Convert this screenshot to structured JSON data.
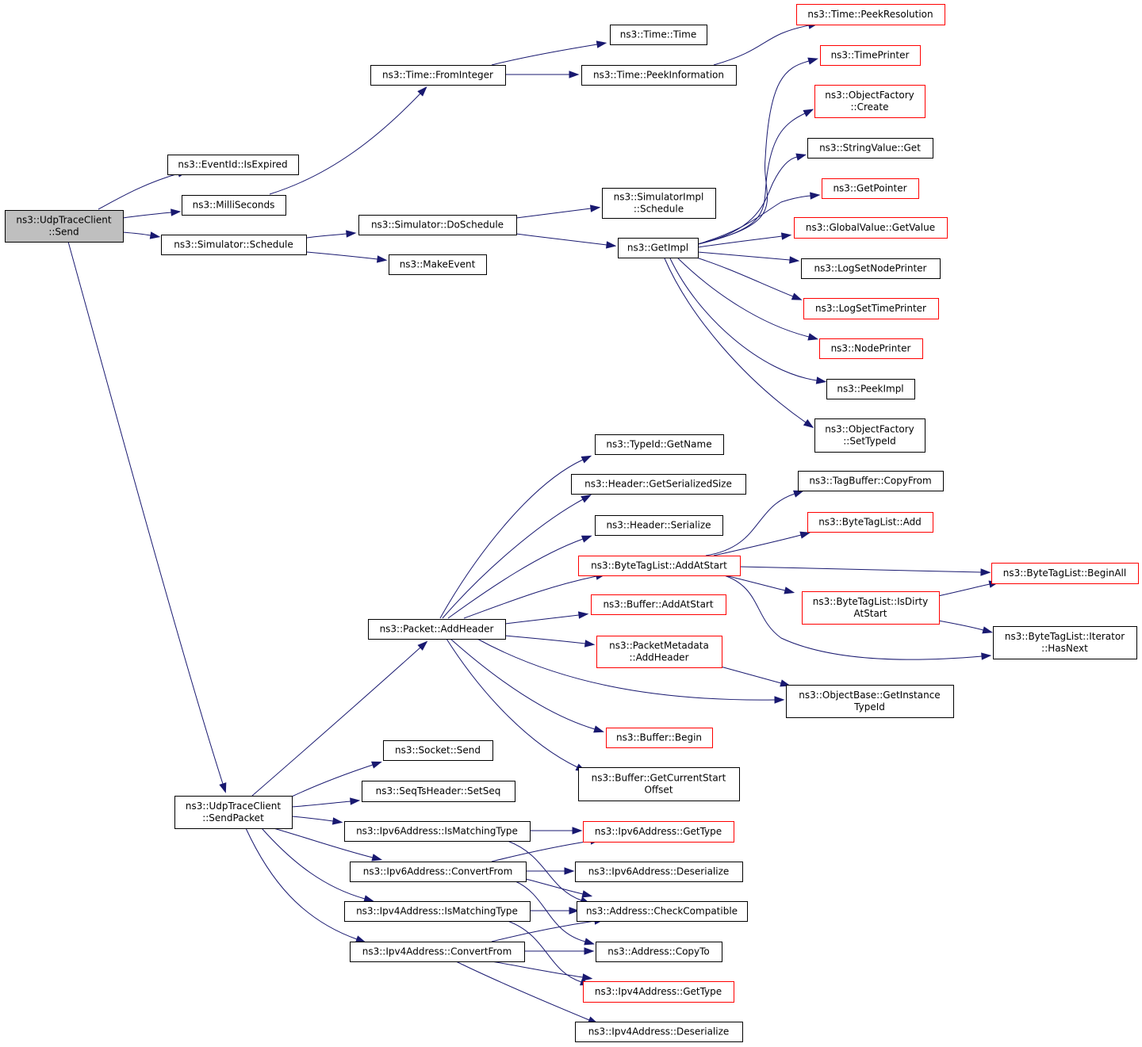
{
  "nodes": {
    "n_send": {
      "lines": [
        "ns3::UdpTraceClient",
        "::Send"
      ],
      "style": "root"
    },
    "n_expired": {
      "lines": [
        "ns3::EventId::IsExpired"
      ],
      "style": "normal"
    },
    "n_millis": {
      "lines": [
        "ns3::MilliSeconds"
      ],
      "style": "normal"
    },
    "n_schedule": {
      "lines": [
        "ns3::Simulator::Schedule"
      ],
      "style": "normal"
    },
    "n_sendpacket": {
      "lines": [
        "ns3::UdpTraceClient",
        "::SendPacket"
      ],
      "style": "normal"
    },
    "n_fromint": {
      "lines": [
        "ns3::Time::FromInteger"
      ],
      "style": "normal"
    },
    "n_time": {
      "lines": [
        "ns3::Time::Time"
      ],
      "style": "normal"
    },
    "n_peekinfo": {
      "lines": [
        "ns3::Time::PeekInformation"
      ],
      "style": "normal"
    },
    "n_peekres": {
      "lines": [
        "ns3::Time::PeekResolution"
      ],
      "style": "truncated"
    },
    "n_dosched": {
      "lines": [
        "ns3::Simulator::DoSchedule"
      ],
      "style": "normal"
    },
    "n_makeevent": {
      "lines": [
        "ns3::MakeEvent"
      ],
      "style": "normal"
    },
    "n_simimpl": {
      "lines": [
        "ns3::SimulatorImpl",
        "::Schedule"
      ],
      "style": "normal"
    },
    "n_getimpl": {
      "lines": [
        "ns3::GetImpl"
      ],
      "style": "normal"
    },
    "n_timeprinter": {
      "lines": [
        "ns3::TimePrinter"
      ],
      "style": "truncated"
    },
    "n_ofcreate": {
      "lines": [
        "ns3::ObjectFactory",
        "::Create"
      ],
      "style": "truncated"
    },
    "n_strget": {
      "lines": [
        "ns3::StringValue::Get"
      ],
      "style": "normal"
    },
    "n_getptr": {
      "lines": [
        "ns3::GetPointer"
      ],
      "style": "truncated"
    },
    "n_gvget": {
      "lines": [
        "ns3::GlobalValue::GetValue"
      ],
      "style": "truncated"
    },
    "n_lognode": {
      "lines": [
        "ns3::LogSetNodePrinter"
      ],
      "style": "normal"
    },
    "n_logtime": {
      "lines": [
        "ns3::LogSetTimePrinter"
      ],
      "style": "truncated"
    },
    "n_nodeprinter": {
      "lines": [
        "ns3::NodePrinter"
      ],
      "style": "truncated"
    },
    "n_peekimpl": {
      "lines": [
        "ns3::PeekImpl"
      ],
      "style": "normal"
    },
    "n_ofsettype": {
      "lines": [
        "ns3::ObjectFactory",
        "::SetTypeId"
      ],
      "style": "normal"
    },
    "n_addheader": {
      "lines": [
        "ns3::Packet::AddHeader"
      ],
      "style": "normal"
    },
    "n_tidname": {
      "lines": [
        "ns3::TypeId::GetName"
      ],
      "style": "normal"
    },
    "n_hdrsize": {
      "lines": [
        "ns3::Header::GetSerializedSize"
      ],
      "style": "normal"
    },
    "n_hdrser": {
      "lines": [
        "ns3::Header::Serialize"
      ],
      "style": "normal"
    },
    "n_btladdat": {
      "lines": [
        "ns3::ByteTagList::AddAtStart"
      ],
      "style": "truncated"
    },
    "n_bufaddat": {
      "lines": [
        "ns3::Buffer::AddAtStart"
      ],
      "style": "truncated"
    },
    "n_pmaddhdr": {
      "lines": [
        "ns3::PacketMetadata",
        "::AddHeader"
      ],
      "style": "truncated"
    },
    "n_bufbegin": {
      "lines": [
        "ns3::Buffer::Begin"
      ],
      "style": "truncated"
    },
    "n_bufcurr": {
      "lines": [
        "ns3::Buffer::GetCurrentStart",
        "Offset"
      ],
      "style": "normal"
    },
    "n_tbcopy": {
      "lines": [
        "ns3::TagBuffer::CopyFrom"
      ],
      "style": "normal"
    },
    "n_btladd": {
      "lines": [
        "ns3::ByteTagList::Add"
      ],
      "style": "truncated"
    },
    "n_btldirty": {
      "lines": [
        "ns3::ByteTagList::IsDirty",
        "AtStart"
      ],
      "style": "truncated"
    },
    "n_btlbegin": {
      "lines": [
        "ns3::ByteTagList::BeginAll"
      ],
      "style": "truncated"
    },
    "n_btlnext": {
      "lines": [
        "ns3::ByteTagList::Iterator",
        "::HasNext"
      ],
      "style": "normal"
    },
    "n_obinst": {
      "lines": [
        "ns3::ObjectBase::GetInstance",
        "TypeId"
      ],
      "style": "normal"
    },
    "n_socksend": {
      "lines": [
        "ns3::Socket::Send"
      ],
      "style": "normal"
    },
    "n_setseq": {
      "lines": [
        "ns3::SeqTsHeader::SetSeq"
      ],
      "style": "normal"
    },
    "n_ip6match": {
      "lines": [
        "ns3::Ipv6Address::IsMatchingType"
      ],
      "style": "normal"
    },
    "n_ip6conv": {
      "lines": [
        "ns3::Ipv6Address::ConvertFrom"
      ],
      "style": "normal"
    },
    "n_ip4match": {
      "lines": [
        "ns3::Ipv4Address::IsMatchingType"
      ],
      "style": "normal"
    },
    "n_ip4conv": {
      "lines": [
        "ns3::Ipv4Address::ConvertFrom"
      ],
      "style": "normal"
    },
    "n_ip6type": {
      "lines": [
        "ns3::Ipv6Address::GetType"
      ],
      "style": "truncated"
    },
    "n_ip6deser": {
      "lines": [
        "ns3::Ipv6Address::Deserialize"
      ],
      "style": "normal"
    },
    "n_addrcheck": {
      "lines": [
        "ns3::Address::CheckCompatible"
      ],
      "style": "normal"
    },
    "n_addrcopy": {
      "lines": [
        "ns3::Address::CopyTo"
      ],
      "style": "normal"
    },
    "n_ip4type": {
      "lines": [
        "ns3::Ipv4Address::GetType"
      ],
      "style": "truncated"
    },
    "n_ip4deser": {
      "lines": [
        "ns3::Ipv4Address::Deserialize"
      ],
      "style": "normal"
    }
  },
  "edges": [
    [
      "n_send",
      "n_expired"
    ],
    [
      "n_send",
      "n_millis"
    ],
    [
      "n_send",
      "n_schedule"
    ],
    [
      "n_send",
      "n_sendpacket"
    ],
    [
      "n_millis",
      "n_fromint"
    ],
    [
      "n_fromint",
      "n_time"
    ],
    [
      "n_fromint",
      "n_peekinfo"
    ],
    [
      "n_peekinfo",
      "n_peekres"
    ],
    [
      "n_schedule",
      "n_dosched"
    ],
    [
      "n_schedule",
      "n_makeevent"
    ],
    [
      "n_dosched",
      "n_simimpl"
    ],
    [
      "n_dosched",
      "n_getimpl"
    ],
    [
      "n_getimpl",
      "n_timeprinter"
    ],
    [
      "n_getimpl",
      "n_ofcreate"
    ],
    [
      "n_getimpl",
      "n_strget"
    ],
    [
      "n_getimpl",
      "n_getptr"
    ],
    [
      "n_getimpl",
      "n_gvget"
    ],
    [
      "n_getimpl",
      "n_lognode"
    ],
    [
      "n_getimpl",
      "n_logtime"
    ],
    [
      "n_getimpl",
      "n_nodeprinter"
    ],
    [
      "n_getimpl",
      "n_peekimpl"
    ],
    [
      "n_getimpl",
      "n_ofsettype"
    ],
    [
      "n_sendpacket",
      "n_addheader"
    ],
    [
      "n_sendpacket",
      "n_socksend"
    ],
    [
      "n_sendpacket",
      "n_setseq"
    ],
    [
      "n_sendpacket",
      "n_ip6match"
    ],
    [
      "n_sendpacket",
      "n_ip6conv"
    ],
    [
      "n_sendpacket",
      "n_ip4match"
    ],
    [
      "n_sendpacket",
      "n_ip4conv"
    ],
    [
      "n_addheader",
      "n_tidname"
    ],
    [
      "n_addheader",
      "n_hdrsize"
    ],
    [
      "n_addheader",
      "n_hdrser"
    ],
    [
      "n_addheader",
      "n_btladdat"
    ],
    [
      "n_addheader",
      "n_bufaddat"
    ],
    [
      "n_addheader",
      "n_pmaddhdr"
    ],
    [
      "n_addheader",
      "n_obinst"
    ],
    [
      "n_addheader",
      "n_bufbegin"
    ],
    [
      "n_addheader",
      "n_bufcurr"
    ],
    [
      "n_btladdat",
      "n_tbcopy"
    ],
    [
      "n_btladdat",
      "n_btladd"
    ],
    [
      "n_btladdat",
      "n_btlbegin"
    ],
    [
      "n_btladdat",
      "n_btldirty"
    ],
    [
      "n_btladdat",
      "n_btlnext"
    ],
    [
      "n_btldirty",
      "n_btlbegin"
    ],
    [
      "n_btldirty",
      "n_btlnext"
    ],
    [
      "n_pmaddhdr",
      "n_obinst"
    ],
    [
      "n_ip6match",
      "n_ip6type"
    ],
    [
      "n_ip6match",
      "n_addrcheck"
    ],
    [
      "n_ip6conv",
      "n_ip6type"
    ],
    [
      "n_ip6conv",
      "n_ip6deser"
    ],
    [
      "n_ip6conv",
      "n_addrcheck"
    ],
    [
      "n_ip6conv",
      "n_addrcopy"
    ],
    [
      "n_ip4match",
      "n_addrcheck"
    ],
    [
      "n_ip4match",
      "n_ip4type"
    ],
    [
      "n_ip4conv",
      "n_addrcheck"
    ],
    [
      "n_ip4conv",
      "n_addrcopy"
    ],
    [
      "n_ip4conv",
      "n_ip4type"
    ],
    [
      "n_ip4conv",
      "n_ip4deser"
    ]
  ],
  "colors": {
    "edge": "#191970",
    "root_fill": "#bfbfbf",
    "normal_border": "#000000",
    "truncated_border": "#ff0000"
  }
}
